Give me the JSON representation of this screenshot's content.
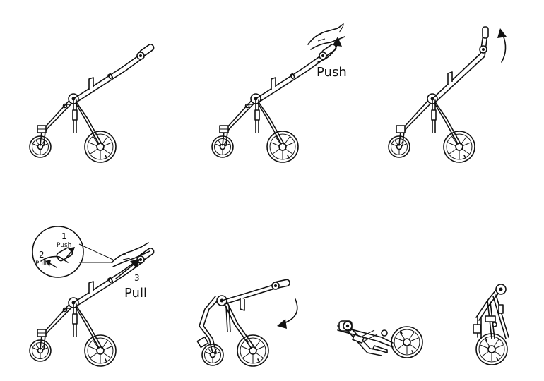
{
  "steps": [
    {
      "id": "step-1"
    },
    {
      "id": "step-2",
      "label": "Push"
    },
    {
      "id": "step-3"
    },
    {
      "id": "step-4",
      "callout_1_number": "1",
      "callout_1_text": "Push",
      "callout_2_number": "2",
      "callout_2_text": "Pull",
      "step_number": "3",
      "action": "Pull"
    },
    {
      "id": "step-5"
    },
    {
      "id": "step-6"
    },
    {
      "id": "step-7"
    }
  ],
  "icons": [
    "stroller-frame-icon",
    "hand-icon",
    "curved-arrow-icon",
    "straight-arrow-icon",
    "magnifier-callout-icon"
  ],
  "colors": {
    "line": "#111111",
    "background": "#ffffff"
  }
}
